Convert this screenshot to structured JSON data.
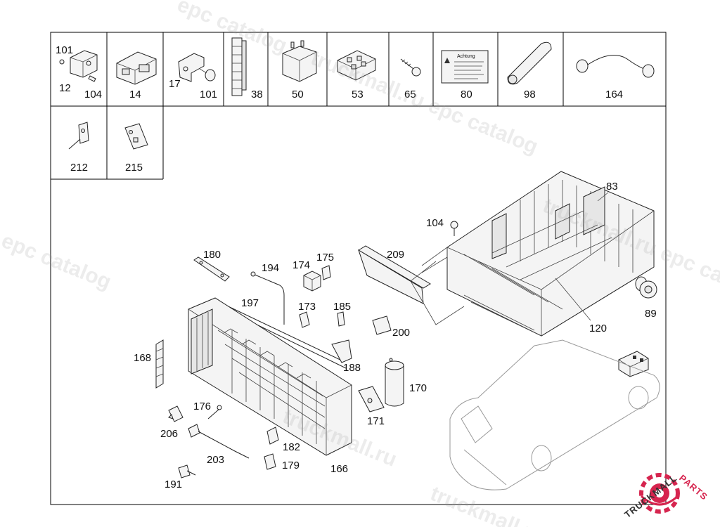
{
  "catalog_grid": {
    "row1": [
      {
        "labels": [
          "101",
          "12",
          "104"
        ],
        "name": "cell-clip-assembly"
      },
      {
        "labels": [
          "14"
        ],
        "name": "cell-connector-housing"
      },
      {
        "labels": [
          "17",
          "101"
        ],
        "name": "cell-bracket-cap"
      },
      {
        "labels": [
          "38"
        ],
        "name": "cell-terminal-strip"
      },
      {
        "labels": [
          "50"
        ],
        "name": "cell-relay"
      },
      {
        "labels": [
          "53"
        ],
        "name": "cell-relay-socket"
      },
      {
        "labels": [
          "65"
        ],
        "name": "cell-screw"
      },
      {
        "labels": [
          "80"
        ],
        "name": "cell-warning-label"
      },
      {
        "labels": [
          "98"
        ],
        "name": "cell-cover-sleeve"
      },
      {
        "labels": [
          "164"
        ],
        "name": "cell-cable-assembly"
      }
    ],
    "row2": [
      {
        "labels": [
          "212"
        ],
        "name": "cell-flat-terminal"
      },
      {
        "labels": [
          "215"
        ],
        "name": "cell-mounting-plate"
      }
    ]
  },
  "warning_label_title": "Achtung",
  "callouts": {
    "c83": "83",
    "c104": "104",
    "c209": "209",
    "c89": "89",
    "c120": "120",
    "c180": "180",
    "c194": "194",
    "c174": "174",
    "c175": "175",
    "c197": "197",
    "c173": "173",
    "c185": "185",
    "c200": "200",
    "c168": "168",
    "c188": "188",
    "c170": "170",
    "c171": "171",
    "c176": "176",
    "c206": "206",
    "c182": "182",
    "c203": "203",
    "c179": "179",
    "c166": "166",
    "c191": "191"
  },
  "watermark": {
    "text_a": "truckmall.ru",
    "text_b": "epc catalog",
    "text_c": "truckmall.ru epc catalog"
  },
  "logo": {
    "brand_left": "TRUCKMALL",
    "brand_right": "PARTS",
    "brand_color": "#d6254f"
  }
}
